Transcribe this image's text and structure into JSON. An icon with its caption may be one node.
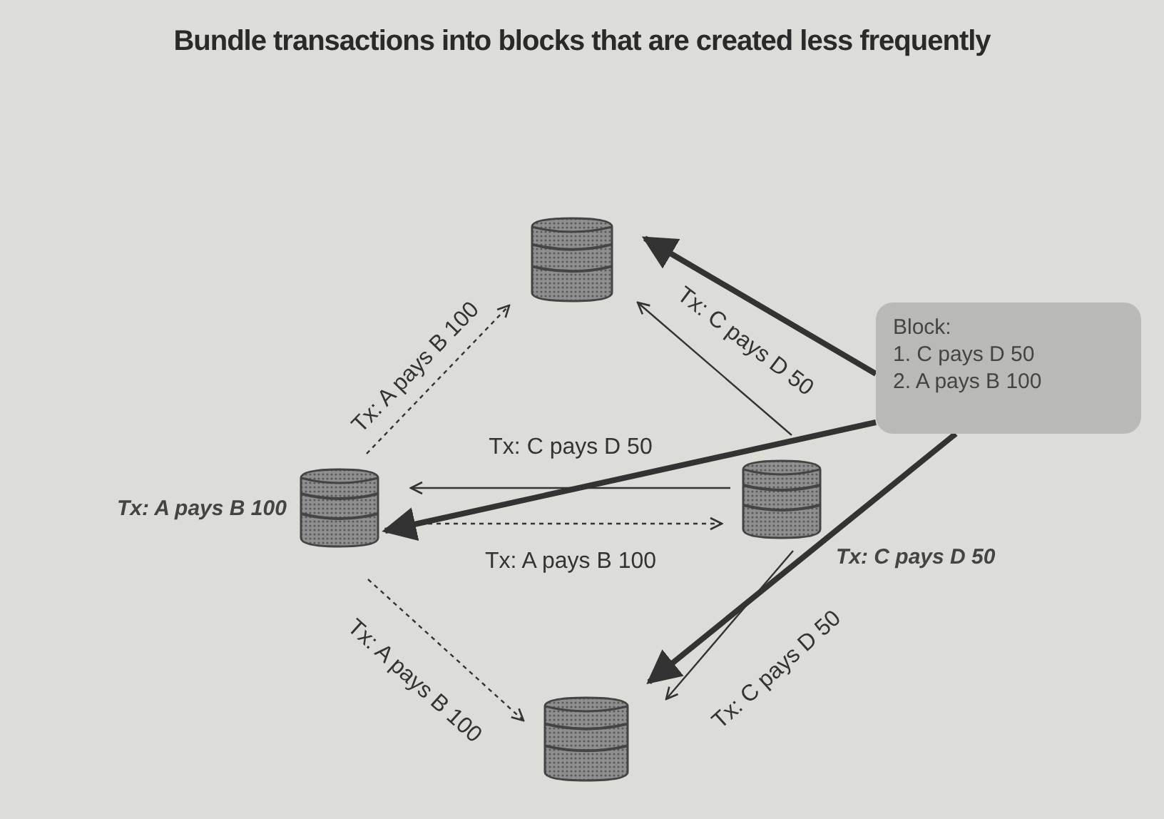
{
  "diagram": {
    "title": "Bundle transactions into blocks that are created less frequently",
    "nodes": [
      {
        "text": [],
        "shape": "cylinder",
        "beside": [
          "Tx: A pays B 100"
        ]
      },
      {
        "text": [],
        "shape": "cylinder"
      },
      {
        "text": [],
        "shape": "cylinder",
        "beside": [
          "Tx: C pays D 50"
        ]
      },
      {
        "text": [],
        "shape": "cylinder"
      },
      {
        "text": [
          "Block:",
          "1. C pays D 50",
          "2. A pays B 100"
        ]
      }
    ],
    "edges": [
      {
        "from": 0,
        "to": 1,
        "arrow": "to",
        "label": "Tx: A pays B 100",
        "style": "dashed"
      },
      {
        "from": 2,
        "to": 1,
        "arrow": "to",
        "label": "Tx: C pays D 50"
      },
      {
        "from": 2,
        "to": 0,
        "arrow": "to",
        "label": "Tx: C pays D 50"
      },
      {
        "from": 0,
        "to": 2,
        "arrow": "to",
        "label": "Tx: A pays B 100",
        "style": "dashed"
      },
      {
        "from": 0,
        "to": 3,
        "arrow": "to",
        "label": "Tx: A pays B 100",
        "style": "dashed"
      },
      {
        "from": 2,
        "to": 3,
        "arrow": "to",
        "label": "Tx: C pays D 50"
      },
      {
        "from": 4,
        "to": 1,
        "arrow": "to",
        "style": "thick"
      },
      {
        "from": 4,
        "to": 0,
        "arrow": "to",
        "style": "thick"
      },
      {
        "from": 4,
        "to": 3,
        "arrow": "to",
        "style": "thick"
      }
    ]
  }
}
